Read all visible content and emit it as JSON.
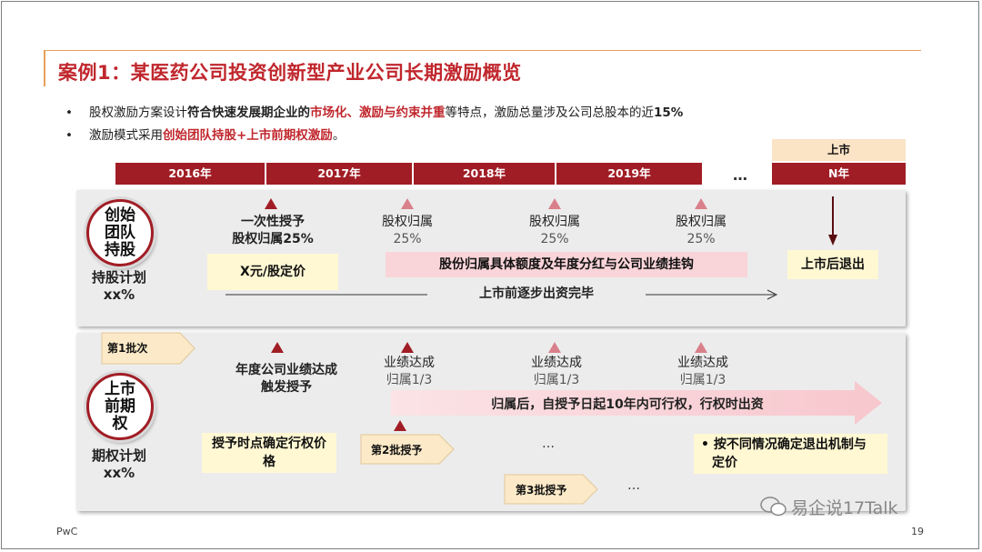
{
  "title": "案例1：某医药公司投资创新型产业公司长期激励概览",
  "bullets": [
    {
      "p1": "股权激励方案设计",
      "p2": "符合快速发展期企业的",
      "p3": "市场化、激励与约束并重",
      "p4": "等特点，激励总量涉及公司总股本的近",
      "p5": "15%"
    },
    {
      "p1": "激励模式采用",
      "p2": "创始团队持股+上市前期权激励",
      "p3": "。"
    }
  ],
  "timeline": {
    "years": [
      "2016年",
      "2017年",
      "2018年",
      "2019年"
    ],
    "ellipsis": "…",
    "ipo_label": "上市",
    "ipo_year": "N年"
  },
  "founder": {
    "circle": [
      "创始",
      "团队",
      "持股"
    ],
    "plan_label": "持股计划",
    "plan_value": "xx%",
    "grant_line1": "一次性授予",
    "grant_line2": "股权归属25%",
    "vest_label": "股权归属",
    "vest_pct": "25%",
    "price_box": "X元/股定价",
    "link_box": "股份归属具体额度及年度分红与公司业绩挂钩",
    "exit_box": "上市后退出",
    "arrow_text": "上市前逐步出资完毕"
  },
  "options": {
    "circle": [
      "上市",
      "前期",
      "权"
    ],
    "plan_label": "期权计划",
    "plan_value": "xx%",
    "batch1": "第1批次",
    "batch2": "第2批授予",
    "batch3": "第3批授予",
    "trigger_line1": "年度公司业绩达成",
    "trigger_line2": "触发授予",
    "perf_label": "业绩达成",
    "perf_vest": "归属1/3",
    "exercise_arrow": "归属后，自授予日起10年内可行权，行权时出资",
    "price_box_line1": "授予时点确定行权价",
    "price_box_line2": "格",
    "exit_box_line1": "• 按不同情况确定退出机制与",
    "exit_box_line2": "定价",
    "ellipsis": "…"
  },
  "footer": {
    "brand": "PwC",
    "page": "19",
    "watermark": "易企说17Talk"
  },
  "colors": {
    "accent_red": "#c0272d",
    "dark_red": "#a11d25",
    "orange_line": "#e8a05a"
  }
}
